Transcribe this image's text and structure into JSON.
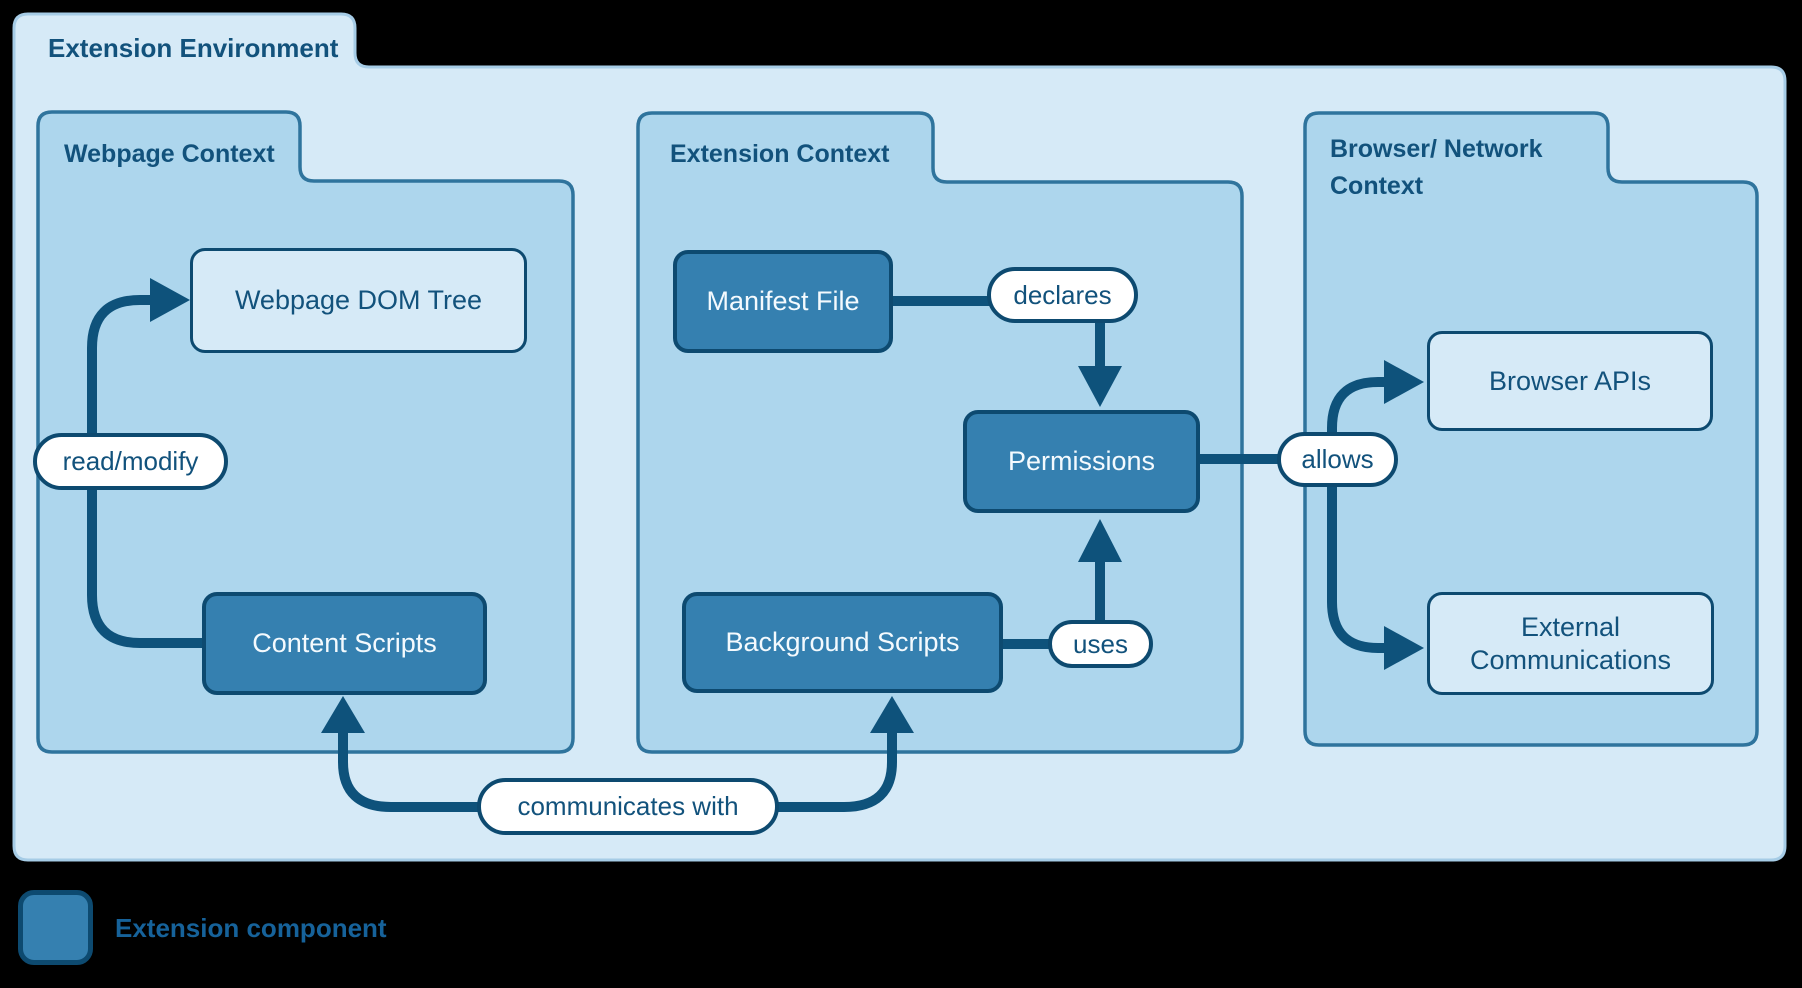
{
  "environment": {
    "title": "Extension Environment"
  },
  "contexts": {
    "webpage": {
      "title": "Webpage Context"
    },
    "extension": {
      "title": "Extension Context"
    },
    "browser_network": {
      "title": "Browser/ Network Context"
    }
  },
  "nodes": {
    "webpage_dom_tree": {
      "label": "Webpage DOM Tree",
      "type": "external"
    },
    "content_scripts": {
      "label": "Content Scripts",
      "type": "extension-component"
    },
    "manifest_file": {
      "label": "Manifest File",
      "type": "extension-component"
    },
    "background_scripts": {
      "label": "Background Scripts",
      "type": "extension-component"
    },
    "permissions": {
      "label": "Permissions",
      "type": "extension-component"
    },
    "browser_apis": {
      "label": "Browser APIs",
      "type": "external"
    },
    "external_communications": {
      "label": "External Communications",
      "type": "external"
    }
  },
  "edges": {
    "read_modify": {
      "label": "read/modify",
      "from": "content_scripts",
      "to": [
        "webpage_dom_tree"
      ]
    },
    "declares": {
      "label": "declares",
      "from": "manifest_file",
      "to": [
        "permissions"
      ]
    },
    "uses": {
      "label": "uses",
      "from": "background_scripts",
      "to": [
        "permissions"
      ]
    },
    "allows": {
      "label": "allows",
      "from": "permissions",
      "to": [
        "browser_apis",
        "external_communications"
      ]
    },
    "communicates_with": {
      "label": "communicates with",
      "from": "content_scripts",
      "to": [
        "background_scripts"
      ],
      "bidirectional": true
    }
  },
  "legend": {
    "label": "Extension component"
  },
  "colors": {
    "surface": "#d6eaf7",
    "surface-border": "#a6cce6",
    "context": "#add6ed",
    "context-border": "#2f749d",
    "node": "#3580b0",
    "node-border": "#0d4a70",
    "line": "#0e527b",
    "text-dark": "#12527c",
    "text-light": "#f4fafe",
    "legend-text": "#16629a"
  }
}
